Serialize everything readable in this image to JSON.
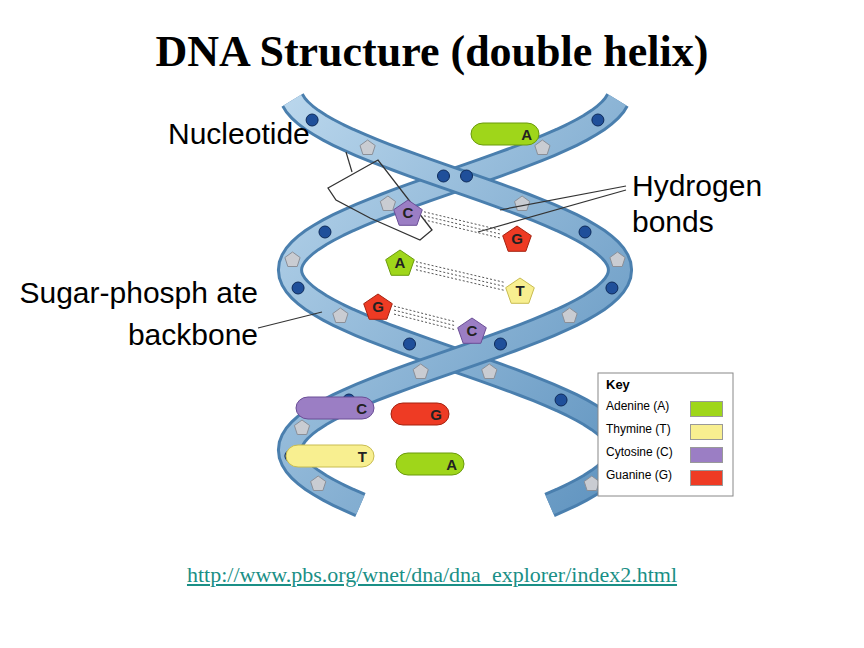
{
  "diagram": {
    "title": "DNA Structure (double helix)",
    "caption": "http://www.pbs.org/wnet/dna/dna_explorer/index2.html",
    "nodes": [
      {
        "text": [
          "A"
        ]
      },
      {
        "text": [
          "C"
        ]
      },
      {
        "text": [
          "G"
        ]
      },
      {
        "text": [
          "A"
        ]
      },
      {
        "text": [
          "T"
        ]
      },
      {
        "text": [
          "G"
        ]
      },
      {
        "text": [
          "C"
        ]
      },
      {
        "text": [
          "C"
        ]
      },
      {
        "text": [
          "G"
        ]
      },
      {
        "text": [
          "T"
        ]
      },
      {
        "text": [
          "A"
        ]
      }
    ],
    "edges": [
      {
        "from": 1,
        "to": 2,
        "arrow": "none"
      },
      {
        "from": 3,
        "to": 4,
        "arrow": "none"
      },
      {
        "from": 5,
        "to": 6,
        "arrow": "none"
      }
    ],
    "labels": [
      "Nucleotide",
      "Hydrogen bonds",
      "Sugar-phosph ate backbone",
      "Key"
    ],
    "legend": [
      {
        "text": "Adenine (A)",
        "color": "#9fd61a"
      },
      {
        "text": "Thymine (T)",
        "color": "#f8ef90"
      },
      {
        "text": "Cytosine (C)",
        "color": "#9b7ec4"
      },
      {
        "text": "Guanine (G)",
        "color": "#ee3b24"
      }
    ]
  }
}
